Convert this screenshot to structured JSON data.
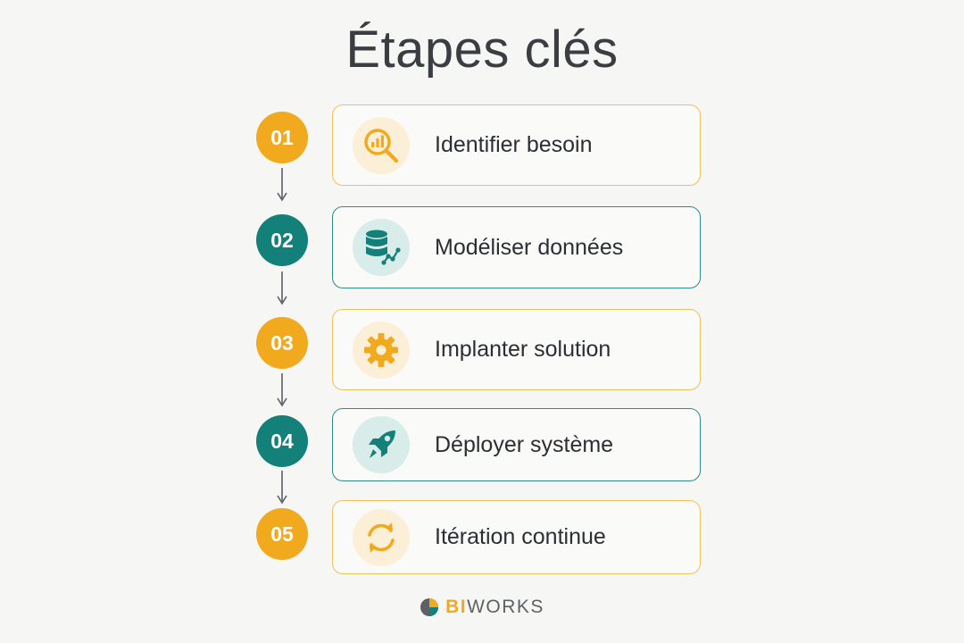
{
  "title": "Étapes clés",
  "steps": [
    {
      "number": "01",
      "label": "Identifier besoin",
      "icon": "search-analytics-icon",
      "color": "gold"
    },
    {
      "number": "02",
      "label": "Modéliser données",
      "icon": "database-icon",
      "color": "teal"
    },
    {
      "number": "03",
      "label": "Implanter solution",
      "icon": "gear-icon",
      "color": "gold"
    },
    {
      "number": "04",
      "label": "Déployer système",
      "icon": "rocket-icon",
      "color": "teal"
    },
    {
      "number": "05",
      "label": "Itération continue",
      "icon": "refresh-cycle-icon",
      "color": "gold"
    }
  ],
  "logo": {
    "prefix": "BI",
    "suffix": "WORKS"
  },
  "colors": {
    "gold": "#f1a91d",
    "teal": "#13807a",
    "text": "#2b2f34"
  }
}
